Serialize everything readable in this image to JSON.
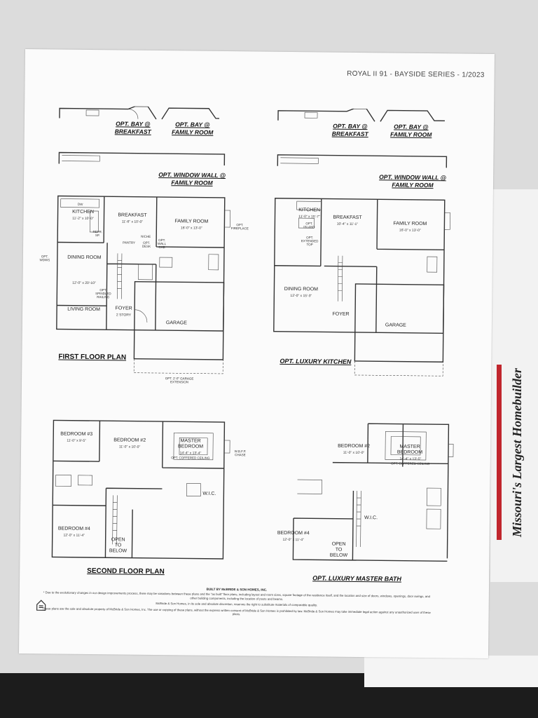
{
  "header": {
    "series": "ROYAL II  91 - BAYSIDE SERIES - 1/2023"
  },
  "brand": {
    "tagline": "Missouri's Largest Homebuilder"
  },
  "options": {
    "bay_breakfast": "OPT. BAY @ BREAKFAST",
    "bay_family": "OPT. BAY @ FAMILY ROOM",
    "window_wall": "OPT. WINDOW WALL @ FAMILY ROOM"
  },
  "plan_titles": {
    "first_floor": "FIRST FLOOR PLAN",
    "luxury_kitchen": "OPT. LUXURY KITCHEN",
    "second_floor": "SECOND FLOOR PLAN",
    "luxury_bath": "OPT. LUXURY MASTER BATH"
  },
  "first_floor": {
    "kitchen": "KITCHEN",
    "kitchen_dim": "11'-2\" x 10'-0\"",
    "breakfast": "BREAKFAST",
    "breakfast_dim": "11'-6\" x 10'-0\"",
    "family": "FAMILY ROOM",
    "family_dim": "16'-0\" x 13'-0\"",
    "dining": "DINING ROOM",
    "dining_dim": "12'-0\" x 20'-10\"",
    "living": "LIVING ROOM",
    "foyer": "FOYER",
    "foyer_sub": "2 STORY",
    "garage": "GARAGE",
    "pantry": "PANTRY",
    "refr": "REFR. SP.",
    "niche": "NICHE",
    "opt_desk": "OPT. DESK",
    "opt_wall_cab": "OPT. WALL CAB",
    "opt_fireplace": "OPT. FIREPLACE",
    "opt_wdws": "OPT. WDWS",
    "opt_spindled": "OPT. SPINDLED RAILING",
    "garage_ext": "OPT. 2'-0\" GARAGE EXTENSION",
    "dw": "DW"
  },
  "lux_kitchen": {
    "kitchen": "KITCHEN",
    "kitchen_dim": "11'-0\" x 15'-7\"",
    "opt_island": "OPT. ISLAND",
    "opt_extended": "OPT. EXTENDED TOP",
    "breakfast": "BREAKFAST",
    "breakfast_dim": "10'-4\" x 11'-1\"",
    "family": "FAMILY ROOM",
    "family_dim": "16'-0\" x 13'-0\"",
    "dining": "DINING ROOM",
    "dining_dim": "12'-0\" x 15'-3\"",
    "foyer": "FOYER",
    "garage": "GARAGE"
  },
  "second_floor": {
    "bed3": "BEDROOM #3",
    "bed3_dim": "11'-0\" x 9'-5\"",
    "bed2": "BEDROOM #2",
    "bed2_dim": "11'-0\" x 10'-0\"",
    "master": "MASTER BEDROOM",
    "master_dim": "14'-4\" x 13'-4\"",
    "coffered": "OPT. COFFERED CEILING",
    "bed4": "BEDROOM #4",
    "bed4_dim": "12'-0\" x 11'-4\"",
    "open": "OPEN TO BELOW",
    "wic": "W.I.C.",
    "chase": "W.B.F.P. CHASE"
  },
  "lux_bath": {
    "bed2": "BEDROOM #2",
    "bed2_dim": "11'-0\" x 10'-0\"",
    "master": "MASTER BEDROOM",
    "master_dim": "14'-4\" x 13'-5\"",
    "coffered": "OPT. COFFERED CEILING",
    "bed4": "BEDROOM #4",
    "bed4_dim": "12'-0\" x 11'-4\"",
    "open": "OPEN TO BELOW",
    "wic": "W.I.C."
  },
  "footer": {
    "builder": "BUILT BY McBRIDE & SON HOMES, INC.",
    "note1": "* Due to the evolutionary changes in our design improvements process, there may be variations between these plans and the \"as built\" floor plans, including layout and room sizes, square footage of the residence itself, and the location and size of doors, windows, openings, door swings, and other building components, including the location of posts and beams.",
    "note2": "McBride & Son Homes, in its sole and absolute discretion, reserves the right to substitute materials of comparable quality.",
    "note3": "These plans are the sole and absolute property of McBride & Son Homes, Inc. The use or copying of these plans, without the express written consent of McBride & Son Homes is prohibited by law. McBride & Son Homes may take immediate legal action against any unauthorized user of these plans."
  }
}
